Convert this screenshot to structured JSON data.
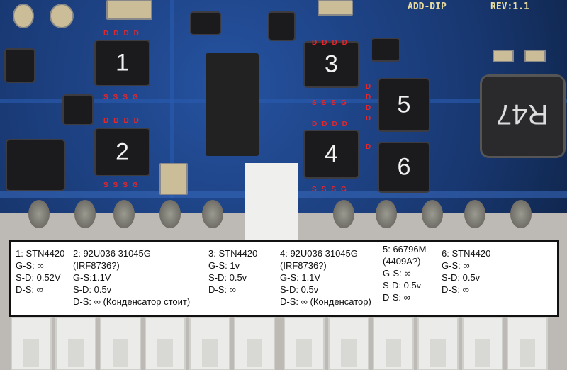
{
  "board": {
    "silkscreen_left": "ADD-DIP",
    "silkscreen_right": "REV:1.1",
    "inductor_label": "R47"
  },
  "chips": [
    {
      "number": "1",
      "top_pins": "DDDD",
      "bottom_pins": "SSSG"
    },
    {
      "number": "2",
      "top_pins": "DDDD",
      "bottom_pins": "SSSG"
    },
    {
      "number": "3",
      "top_pins": "DDDD",
      "bottom_pins": "SSSG"
    },
    {
      "number": "4",
      "top_pins": "DDDD",
      "bottom_pins": "SSSG"
    },
    {
      "number": "5",
      "side_pins": "DDDD"
    },
    {
      "number": "6",
      "side_pins": "D"
    }
  ],
  "notes": [
    {
      "lines": [
        "1: STN4420",
        "G-S: ∞",
        "S-D: 0.52V",
        "D-S: ∞"
      ]
    },
    {
      "lines": [
        "2: 92U036 31045G",
        "(IRF8736?)",
        "G-S:1.1V",
        "S-D: 0.5v",
        "D-S: ∞ (Конденсатор стоит)"
      ]
    },
    {
      "lines": [
        "3: STN4420",
        "G-S: 1v",
        "S-D: 0.5v",
        "D-S: ∞"
      ]
    },
    {
      "lines": [
        "4: 92U036 31045G",
        "(IRF8736?)",
        "G-S: 1.1V",
        "S-D: 0.5v",
        "D-S: ∞ (Конденсатор)"
      ]
    },
    {
      "lines": [
        "5: 66796M",
        "(4409A?)",
        "G-S: ∞",
        "S-D: 0.5v",
        "D-S: ∞"
      ]
    },
    {
      "lines": [
        "6: STN4420",
        "G-S: ∞",
        "S-D: 0.5v",
        "D-S:  ∞"
      ]
    }
  ],
  "colors": {
    "pcb": "#1d3f7a",
    "pin_label": "#e8262a",
    "silkscreen": "#e8dca0"
  }
}
